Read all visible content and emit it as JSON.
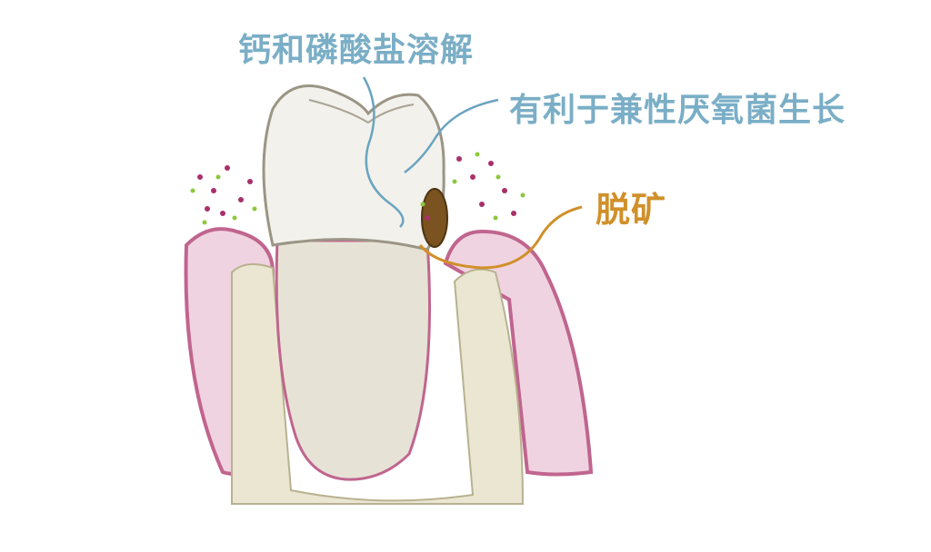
{
  "labels": {
    "dissolution": "钙和磷酸盐溶解",
    "anaerobe_growth": "有利于兼性厌氧菌生长",
    "demineralization": "脱矿"
  },
  "colors": {
    "blue_label": "#7aaec6",
    "orange_label": "#d0902a",
    "gum": "#f0d3e0",
    "gum_edge": "#c0658f",
    "bone": "#ebe6d2",
    "tooth": "#efeee8"
  }
}
